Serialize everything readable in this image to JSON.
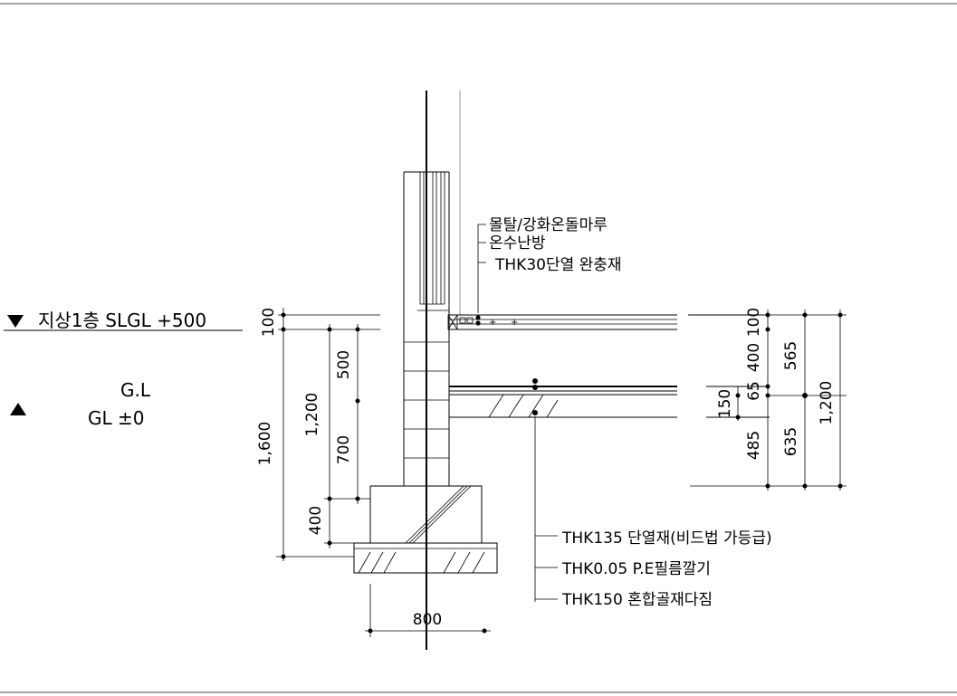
{
  "levels": {
    "floor_level": "지상1층 SLGL +500",
    "ground_level": "G.L",
    "ground_level_value": "GL ±0"
  },
  "upper_notes": [
    "몰탈/강화온돌마루",
    "온수난방",
    "THK30단열 완충재"
  ],
  "lower_notes": [
    "THK135 단열재(비드법 가등급)",
    "THK0.05 P.E필름깔기",
    "THK150 혼합골재다짐"
  ],
  "dimensions": {
    "left_outer": [
      "100",
      "1,600"
    ],
    "left_middle": [
      "1,200",
      "400"
    ],
    "left_inner": [
      "500",
      "700"
    ],
    "right_inner": [
      "100",
      "400",
      "65",
      "150",
      "485"
    ],
    "right_middle": [
      "565",
      "635"
    ],
    "right_outer": [
      "1,200"
    ],
    "bottom": [
      "800"
    ]
  }
}
